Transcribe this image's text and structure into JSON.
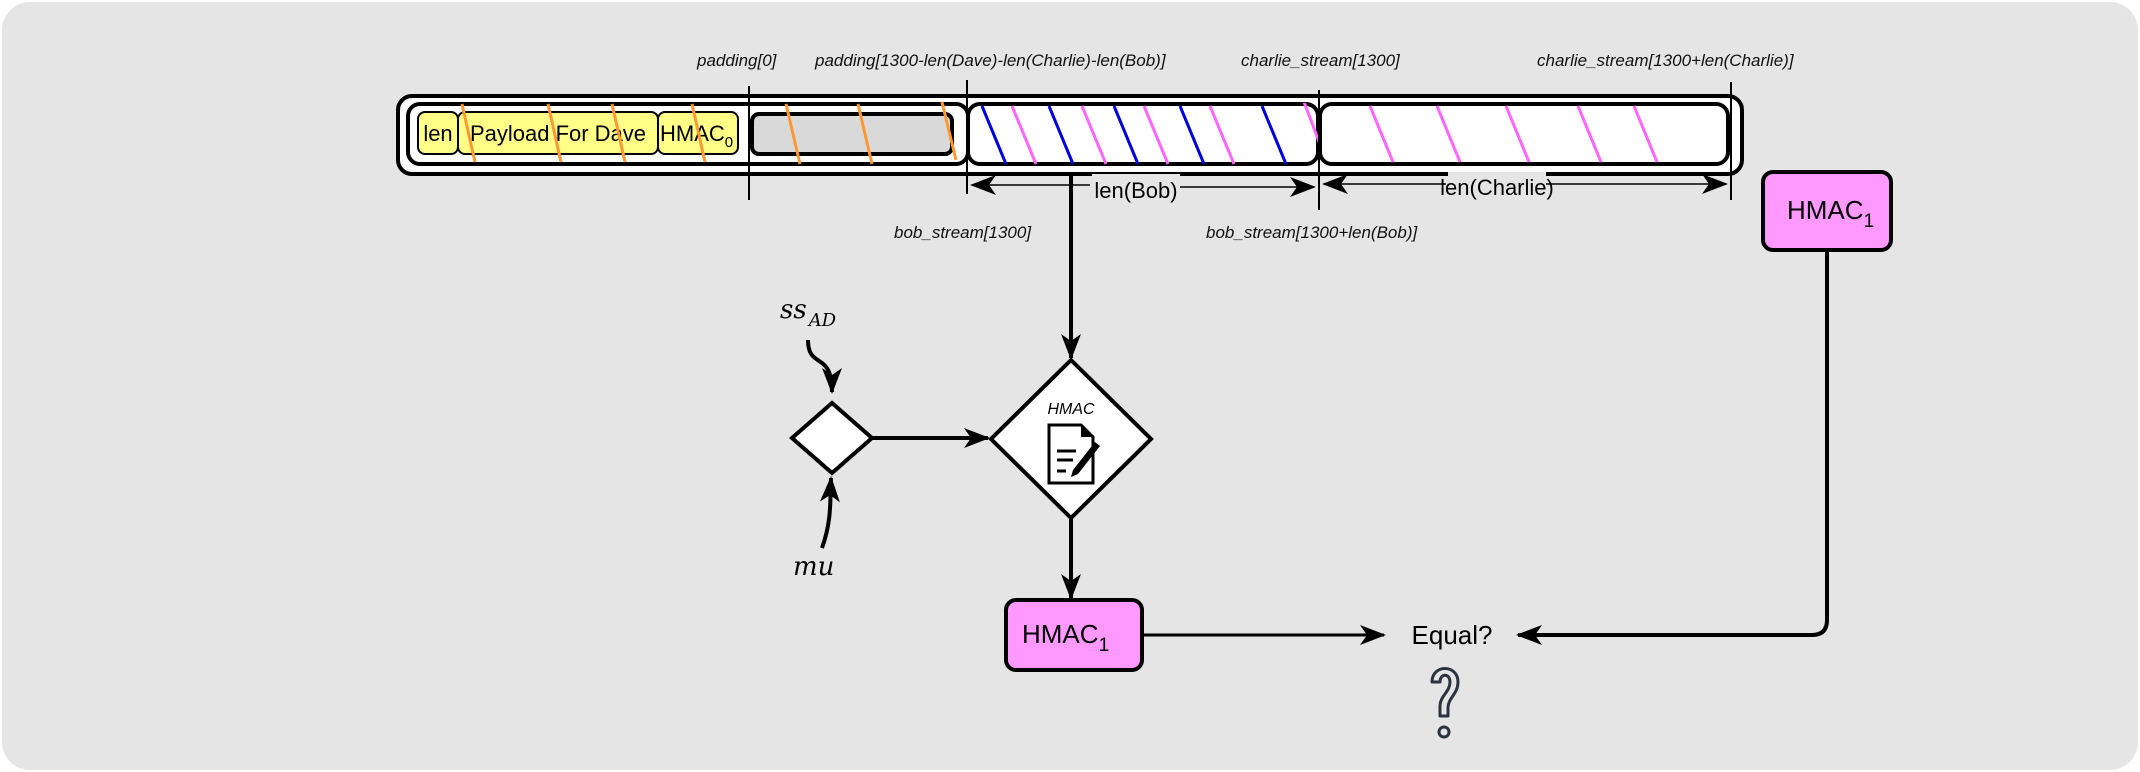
{
  "diagram": {
    "offset_labels": {
      "padding_start": "padding[0]",
      "padding_end": "padding[1300-len(Dave)-len(Charlie)-len(Bob)]",
      "charlie_start": "charlie_stream[1300]",
      "charlie_end": "charlie_stream[1300+len(Charlie)]",
      "bob_start": "bob_stream[1300]",
      "bob_end": "bob_stream[1300+len(Bob)]"
    },
    "packet_fields": {
      "len": "len",
      "payload": "Payload For Dave",
      "hmac0_main": "HMAC",
      "hmac0_sub": "0"
    },
    "span_labels": {
      "bob": "len(Bob)",
      "charlie": "len(Charlie)"
    },
    "hmac_node": {
      "label": "HMAC",
      "icon": "document-sign-icon"
    },
    "inputs": {
      "key_main": "ss",
      "key_sub": "AD",
      "message": "mu"
    },
    "hmac1_computed": {
      "main": "HMAC",
      "sub": "1"
    },
    "hmac1_received": {
      "main": "HMAC",
      "sub": "1"
    },
    "compare": {
      "label": "Equal?",
      "icon": "question-mark-icon"
    },
    "colors": {
      "background": "#e5e5e5",
      "yellow_field": "#ffff88",
      "padding_fill": "#d9d9d9",
      "hmac_pink": "#ff99ff",
      "orange_stripe": "#ff9933",
      "blue_stripe": "#0000dd",
      "pink_stripe": "#ff66ff"
    }
  }
}
